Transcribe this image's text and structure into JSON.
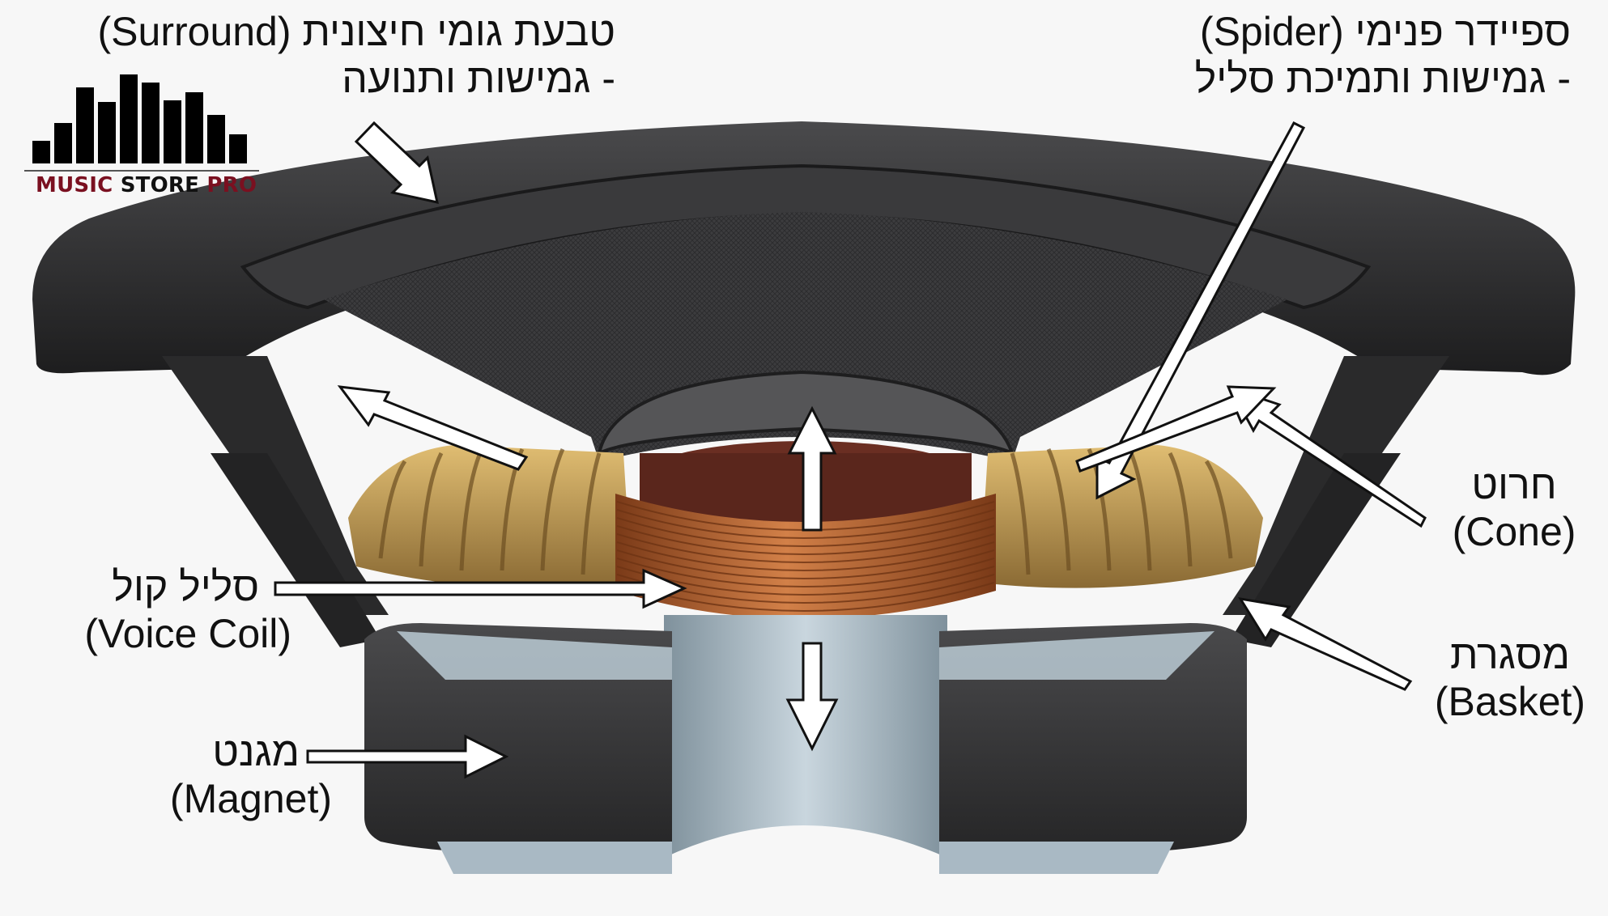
{
  "diagram": {
    "subject": "Loudspeaker cutaway",
    "colors": {
      "background": "#f7f7f7",
      "basket": "#2b2b2c",
      "cone": "#3a3a3c",
      "spider": "#c49a52",
      "voice_coil": "#b8652e",
      "magnet": "#3b3b3d",
      "pole_piece": "#a9b9c4",
      "arrow_fill": "#ffffff",
      "arrow_stroke": "#111111",
      "logo_red": "#7a1020"
    }
  },
  "logo": {
    "bars": [
      28,
      50,
      94,
      76,
      136,
      112,
      88,
      98,
      64,
      38
    ],
    "text_part1": "MUSIC",
    "text_part2": "STORE",
    "text_part3": "PRO"
  },
  "labels": {
    "surround": {
      "hebrew_line1": "טבעת גומי חיצונית (Surround)",
      "hebrew_line2": "- גמישות ותנועה"
    },
    "spider": {
      "hebrew_line1": "ספיידר פנימי (Spider)",
      "hebrew_line2": "- גמישות ותמיכת סליל"
    },
    "cone": {
      "hebrew": "חרוט",
      "english": "(Cone)"
    },
    "basket": {
      "hebrew": "מסגרת",
      "english": "(Basket)"
    },
    "voice_coil": {
      "hebrew": "סליל קול",
      "english": "(Voice Coil)"
    },
    "magnet": {
      "hebrew": "מגנט",
      "english": "(Magnet)"
    }
  }
}
